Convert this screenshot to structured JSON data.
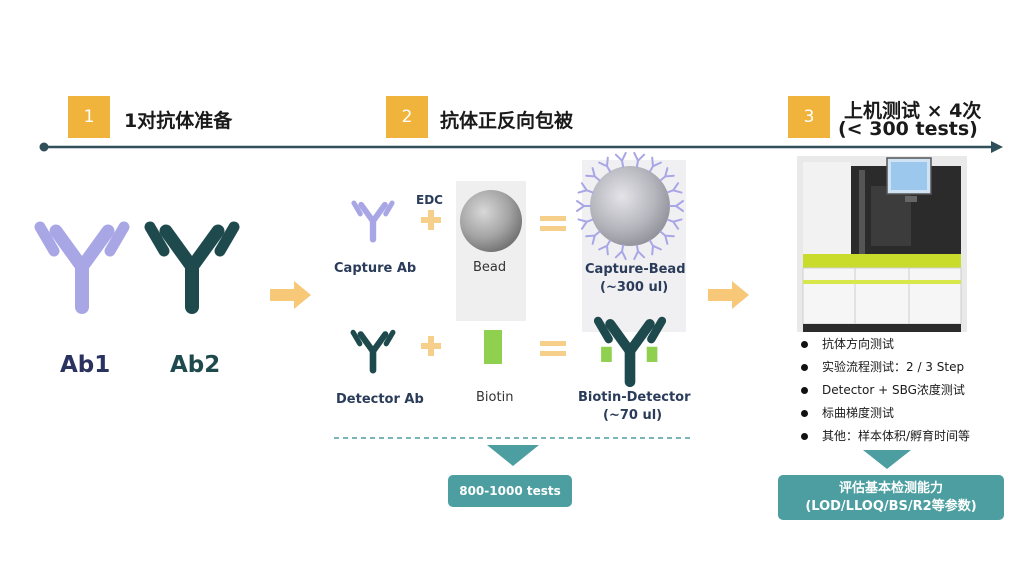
{
  "steps": [
    {
      "num": "1",
      "title": "1对抗体准备"
    },
    {
      "num": "2",
      "title": "抗体正反向包被"
    },
    {
      "num": "3",
      "title_line1": "上机测试 × 4次",
      "title_line2": "(< 300 tests)"
    }
  ],
  "antibodies": {
    "ab1": "Ab1",
    "ab2": "Ab2"
  },
  "coating": {
    "edc": "EDC",
    "capture_ab": "Capture Ab",
    "bead": "Bead",
    "capture_bead": "Capture-Bead",
    "capture_bead_vol": "(~300 ul)",
    "detector_ab": "Detector Ab",
    "biotin": "Biotin",
    "biotin_detector": "Biotin-Detector",
    "biotin_detector_vol": "(~70 ul)",
    "result": "800-1000 tests"
  },
  "testing": {
    "bullets": [
      "抗体方向测试",
      "实验流程测试：2 / 3 Step",
      "Detector + SBG浓度测试",
      "标曲梯度测试",
      "其他：样本体积/孵育时间等"
    ],
    "result_line1": "评估基本检测能力",
    "result_line2": "(LOD/LLOQ/BS/R2等参数)"
  },
  "colors": {
    "step_badge": "#f0b43c",
    "timeline": "#2f4f5a",
    "ab1": "#a9a6e6",
    "ab2": "#1f4a4d",
    "arrow": "#f6c878",
    "teal": "#4c9ea0",
    "biotin_green": "#8fd14f"
  }
}
